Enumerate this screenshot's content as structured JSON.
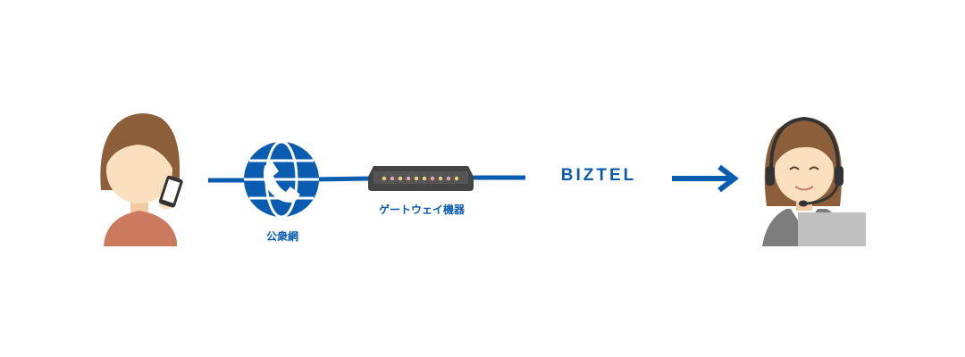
{
  "colors": {
    "line": "#0a5cb0",
    "globe": "#0a5cb0",
    "hair": "#8c5f3a",
    "skin": "#fbe0c0",
    "shirt_caller": "#cc7a5e",
    "gateway_body": "#444444",
    "agent_jacket": "#7d7d7d",
    "laptop": "#c0c0c0"
  },
  "nodes": {
    "caller": {
      "icon": "woman-with-phone-icon"
    },
    "pstn": {
      "icon": "globe-phone-icon",
      "label": "公衆網"
    },
    "gateway": {
      "icon": "gateway-device-icon",
      "label": "ゲートウェイ機器"
    },
    "cloud": {
      "label": "BIZTEL"
    },
    "operator": {
      "icon": "operator-with-headset-icon"
    }
  },
  "connectors": {
    "arrow_icon": "arrow-right-icon"
  }
}
